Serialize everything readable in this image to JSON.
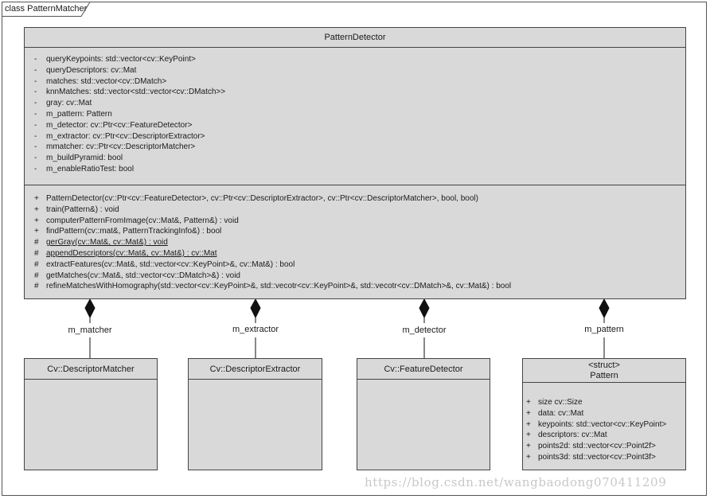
{
  "frame": {
    "title": "class PatternMatcher"
  },
  "main_class": {
    "name": "PatternDetector",
    "attributes": [
      {
        "vis": "-",
        "text": "queryKeypoints: std::vector<cv::KeyPoint>"
      },
      {
        "vis": "-",
        "text": "queryDescriptors: cv::Mat"
      },
      {
        "vis": "-",
        "text": "matches:  std::vector<cv::DMatch>"
      },
      {
        "vis": "-",
        "text": "knnMatches:  std::vector<std::vector<cv::DMatch>>"
      },
      {
        "vis": "-",
        "text": "gray: cv::Mat"
      },
      {
        "vis": "-",
        "text": "m_pattern:  Pattern"
      },
      {
        "vis": "-",
        "text": "m_detector:  cv::Ptr<cv::FeatureDetector>"
      },
      {
        "vis": "-",
        "text": "m_extractor:  cv::Ptr<cv::DescriptorExtractor>"
      },
      {
        "vis": "-",
        "text": "mmatcher:  cv::Ptr<cv::DescriptorMatcher>"
      },
      {
        "vis": "-",
        "text": "m_buildPyramid:  bool"
      },
      {
        "vis": "-",
        "text": "m_enableRatioTest:  bool"
      }
    ],
    "operations": [
      {
        "vis": "+",
        "text": "PatternDetector(cv::Ptr<cv::FeatureDetector>, cv::Ptr<cv::DescriptorExtractor>, cv::Ptr<cv::DescriptorMatcher>, bool, bool)",
        "static": false
      },
      {
        "vis": "+",
        "text": "train(Pattern&) : void",
        "static": false
      },
      {
        "vis": "+",
        "text": "computerPatternFromImage(cv::Mat&, Pattern&) : void",
        "static": false
      },
      {
        "vis": "+",
        "text": "findPattern(cv::mat&, PatternTrackingInfo&) : bool",
        "static": false
      },
      {
        "vis": "#",
        "text": "gerGray(cv::Mat&, cv::Mat&) : void",
        "static": true
      },
      {
        "vis": "#",
        "text": "appendDescriptors(cv::Mat&, cv::Mat&) : cv::Mat",
        "static": true
      },
      {
        "vis": "#",
        "text": "extractFeatures(cv::Mat&, std::vector<cv::KeyPoint>&, cv::Mat&) : bool",
        "static": false
      },
      {
        "vis": "#",
        "text": "getMatches(cv::Mat&, std::vector<cv::DMatch>&) : void",
        "static": false
      },
      {
        "vis": "#",
        "text": "refineMatchesWithHomography(std::vector<cv::KeyPoint>&, std::vecotr<cv::KeyPoint>&, std::vecotr<cv::DMatch>&, cv::Mat&) : bool",
        "static": false
      }
    ]
  },
  "components": [
    {
      "name": "Cv::DescriptorMatcher",
      "role": "m_matcher"
    },
    {
      "name": "Cv::DescriptorExtractor",
      "role": "m_extractor"
    },
    {
      "name": "Cv::FeatureDetector",
      "role": "m_detector"
    },
    {
      "stereotype": "<struct>",
      "name": "Pattern",
      "role": "m_pattern"
    }
  ],
  "pattern_struct": {
    "attributes": [
      {
        "vis": "+",
        "text": "size  cv::Size"
      },
      {
        "vis": "+",
        "text": "data:  cv::Mat"
      },
      {
        "vis": "+",
        "text": "keypoints:  std::vector<cv::KeyPoint>"
      },
      {
        "vis": "+",
        "text": "descriptors:  cv::Mat"
      },
      {
        "vis": "+",
        "text": "points2d:  std::vector<cv::Point2f>"
      },
      {
        "vis": "+",
        "text": "points3d:  std::vector<cv::Point3f>"
      }
    ]
  },
  "watermark": "https://blog.csdn.net/wangbaodong070411209"
}
